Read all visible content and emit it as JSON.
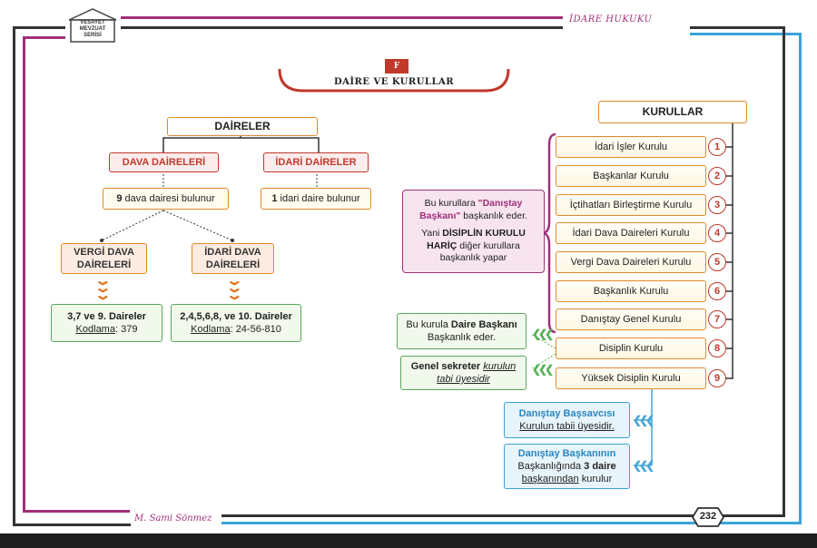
{
  "header": {
    "logo_lines": [
      "VESAYET",
      "MEVZUAT",
      "SERİSİ"
    ],
    "subject": "İDARE HUKUKU",
    "section_letter": "F",
    "section_title": "DAİRE VE KURULLAR"
  },
  "daireler": {
    "title": "DAİRELER",
    "dava_title": "DAVA DAİRELERİ",
    "idari_title": "İDARİ DAİRELER",
    "dava_count_num": "9",
    "dava_count_text": " dava dairesi bulunur",
    "idari_count_num": "1",
    "idari_count_text": " idari daire bulunur",
    "vergi_title": "VERGİ DAVA DAİRELERİ",
    "idari_dava_title": "İDARİ DAVA DAİRELERİ",
    "vergi_daireler": "3,7 ve 9. Daireler",
    "vergi_kod_label": "Kodlama",
    "vergi_kod_value": ": 379",
    "idari_daireler": "2,4,5,6,8, ve 10. Daireler",
    "idari_kod_label": "Kodlama",
    "idari_kod_value": ": 24-56-810"
  },
  "kurullar": {
    "title": "KURULLAR",
    "items": [
      {
        "num": "1",
        "label": "İdari İşler Kurulu"
      },
      {
        "num": "2",
        "label": "Başkanlar Kurulu"
      },
      {
        "num": "3",
        "label": "İçtihatları Birleştirme Kurulu"
      },
      {
        "num": "4",
        "label": "İdari Dava Daireleri Kurulu"
      },
      {
        "num": "5",
        "label": "Vergi Dava Daireleri Kurulu"
      },
      {
        "num": "6",
        "label": "Başkanlık Kurulu"
      },
      {
        "num": "7",
        "label": "Danıştay Genel Kurulu"
      },
      {
        "num": "8",
        "label": "Disiplin Kurulu"
      },
      {
        "num": "9",
        "label": "Yüksek Disiplin Kurulu"
      }
    ],
    "note_a1": "Bu kurullara ",
    "note_a2": "\"Danıştay Başkanı\"",
    "note_a3": " başkanlık eder.",
    "note_b1": "Yani ",
    "note_b2": "DİSİPLİN KURULU HARİÇ",
    "note_b3": " diğer kurullara başkanlık yapar",
    "disiplin_note1_a": "Bu kurula ",
    "disiplin_note1_b": "Daire Başkanı",
    "disiplin_note1_c": "Başkanlık eder.",
    "disiplin_note2_a": "Genel sekreter",
    "disiplin_note2_b": "kurulun",
    "disiplin_note2_c": "tabi üyesidir",
    "yuksek_note1_a": "Danıştay Başsavcısı",
    "yuksek_note1_b": "Kurulun tabii üyesidir.",
    "yuksek_note2_a": "Danıştay Başkanının",
    "yuksek_note2_b": "Başkanlığında ",
    "yuksek_note2_c": "3 daire",
    "yuksek_note2_d": "başkanından",
    "yuksek_note2_e": " kurulur"
  },
  "footer": {
    "author": "M. Sami Sönmez",
    "page": "232"
  },
  "colors": {
    "magenta": "#a0307a",
    "blue": "#3aa3d8",
    "orange": "#e08a2c",
    "red": "#c0392b",
    "green": "#5aa75a"
  }
}
